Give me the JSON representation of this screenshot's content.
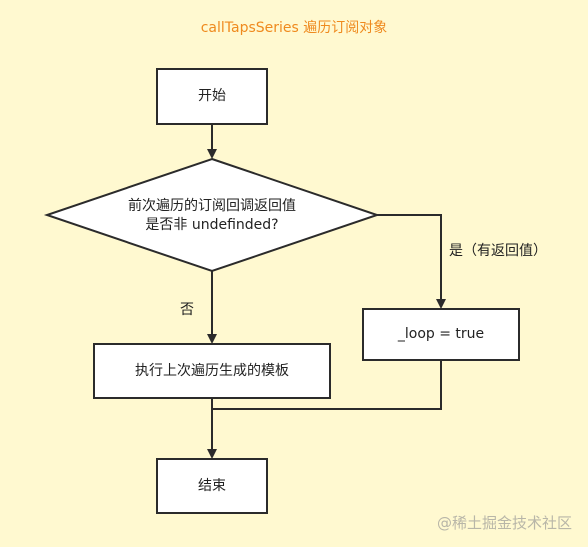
{
  "title": "callTapsSeries 遍历订阅对象",
  "nodes": {
    "start": "开始",
    "decision_line1": "前次遍历的订阅回调返回值",
    "decision_line2": "是否非 undefinded?",
    "loop": "_loop = true",
    "exec": "执行上次遍历生成的模板",
    "end": "结束"
  },
  "edges": {
    "yes": "是（有返回值）",
    "no": "否"
  },
  "watermark": "@稀土掘金技术社区",
  "colors": {
    "background": "#fff9d0",
    "node_fill": "#ffffff",
    "stroke": "#2b2b2b",
    "title": "#ef8a1e"
  }
}
